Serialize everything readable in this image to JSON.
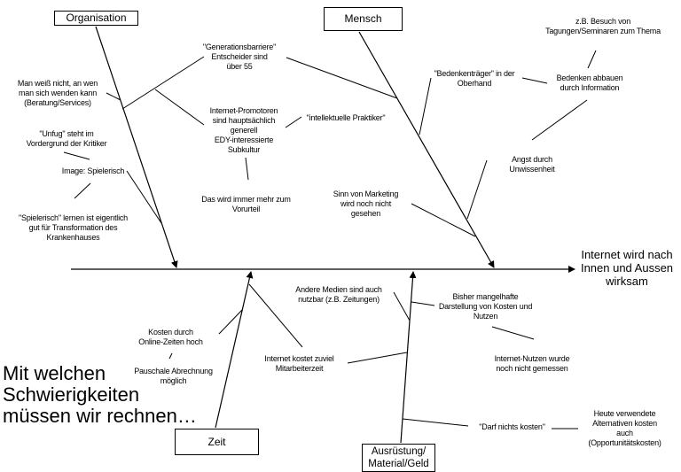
{
  "effect": "Internet wird nach\nInnen und Aussen\nwirksam",
  "question": "Mit welchen\nSchwierigkeiten\nmüssen wir rechnen…",
  "categories": {
    "organisation": "Organisation",
    "mensch": "Mensch",
    "zeit": "Zeit",
    "material": "Ausrüstung/\nMaterial/Geld"
  },
  "causes": {
    "org_wen": "Man weiß nicht, an wen\nman sich wenden kann\n(Beratung/Services)",
    "org_unfug": "\"Unfug\" steht im\nVordergrund der Kritiker",
    "org_image": "Image: Spielerisch",
    "org_spielerisch": "\"Spielerisch\" lernen ist eigentlich\ngut für Transformation des\nKrankenhauses",
    "org_generation": "\"Generationsbarriere\"\nEntscheider sind\nüber 55",
    "org_promotoren": "Internet-Promotoren\nsind hauptsächlich\ngenerell\nEDY-interessierte\nSubkultur",
    "org_praktiker": "\"intellektuelle Praktiker\"",
    "org_vorurteil": "Das wird immer mehr zum\nVorurteil",
    "men_bedenkentraeger": "\"Bedenkenträger\" in der\nOberhand",
    "men_bedenken": "Bedenken abbauen\ndurch Information",
    "men_besuch": "z.B. Besuch von\nTagungen/Seminaren zum Thema",
    "men_angst": "Angst durch\nUnwissenheit",
    "men_marketing": "Sinn von Marketing\nwird noch nicht\ngesehen",
    "zeit_kosten": "Kosten durch\nOnline-Zeiten hoch",
    "zeit_pauschale": "Pauschale Abrechnung\nmöglich",
    "zeit_mitarbeiter": "Internet kostet zuviel\nMitarbeiterzeit",
    "mat_medien": "Andere Medien sind auch\nnutzbar (z.B. Zeitungen)",
    "mat_darstellung": "Bisher mangelhafte\nDarstellung von Kosten und\nNutzen",
    "mat_nutzen": "Internet-Nutzen wurde\nnoch nicht gemessen",
    "mat_darf": "\"Darf nichts kosten\"",
    "mat_alternativen": "Heute verwendete\nAlternativen kosten\nauch\n(Opportunitätskosten)"
  }
}
